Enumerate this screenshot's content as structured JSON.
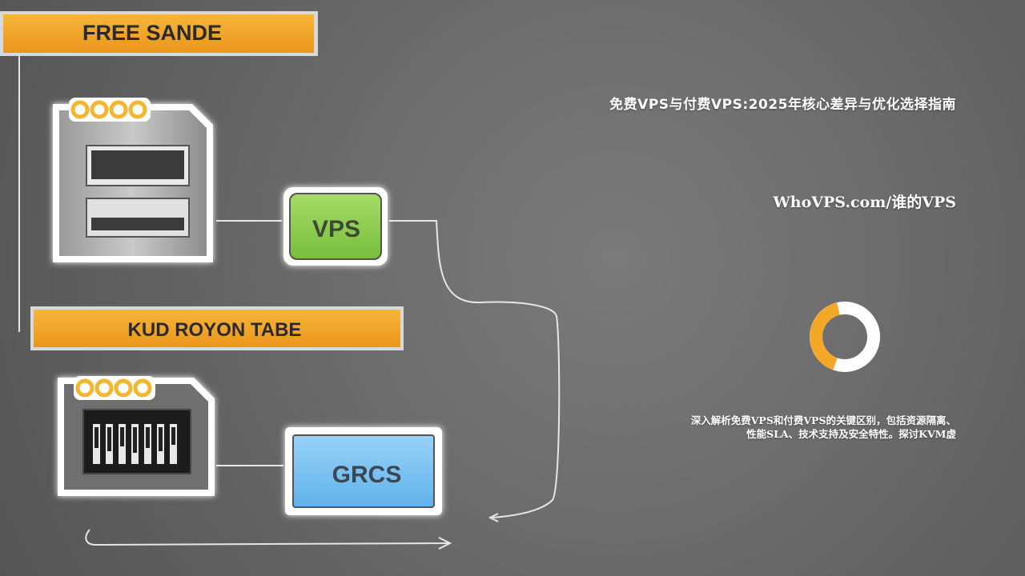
{
  "illustration": {
    "label_top": "FREE SANDE",
    "label_middle": "KUD ROYON TABE",
    "screen_vps": "VPS",
    "screen_grcs": "GRCS",
    "colors": {
      "label_orange": "#f2a12a",
      "screen_green": "#8fd14f",
      "screen_blue": "#79c2f2",
      "badge_orange": "#f7b52c"
    }
  },
  "text": {
    "title": "免费VPS与付费VPS:2025年核心差异与优化选择指南",
    "site": "WhoVPS.com/谁的VPS",
    "description_line1": "深入解析免费VPS和付费VPS的关键区别，包括资源隔离、",
    "description_line2": "性能SLA、技术支持及安全特性。探讨KVM虚"
  },
  "loading_icon": {
    "name": "loading-spinner-icon",
    "accent_color": "#f4a828"
  }
}
